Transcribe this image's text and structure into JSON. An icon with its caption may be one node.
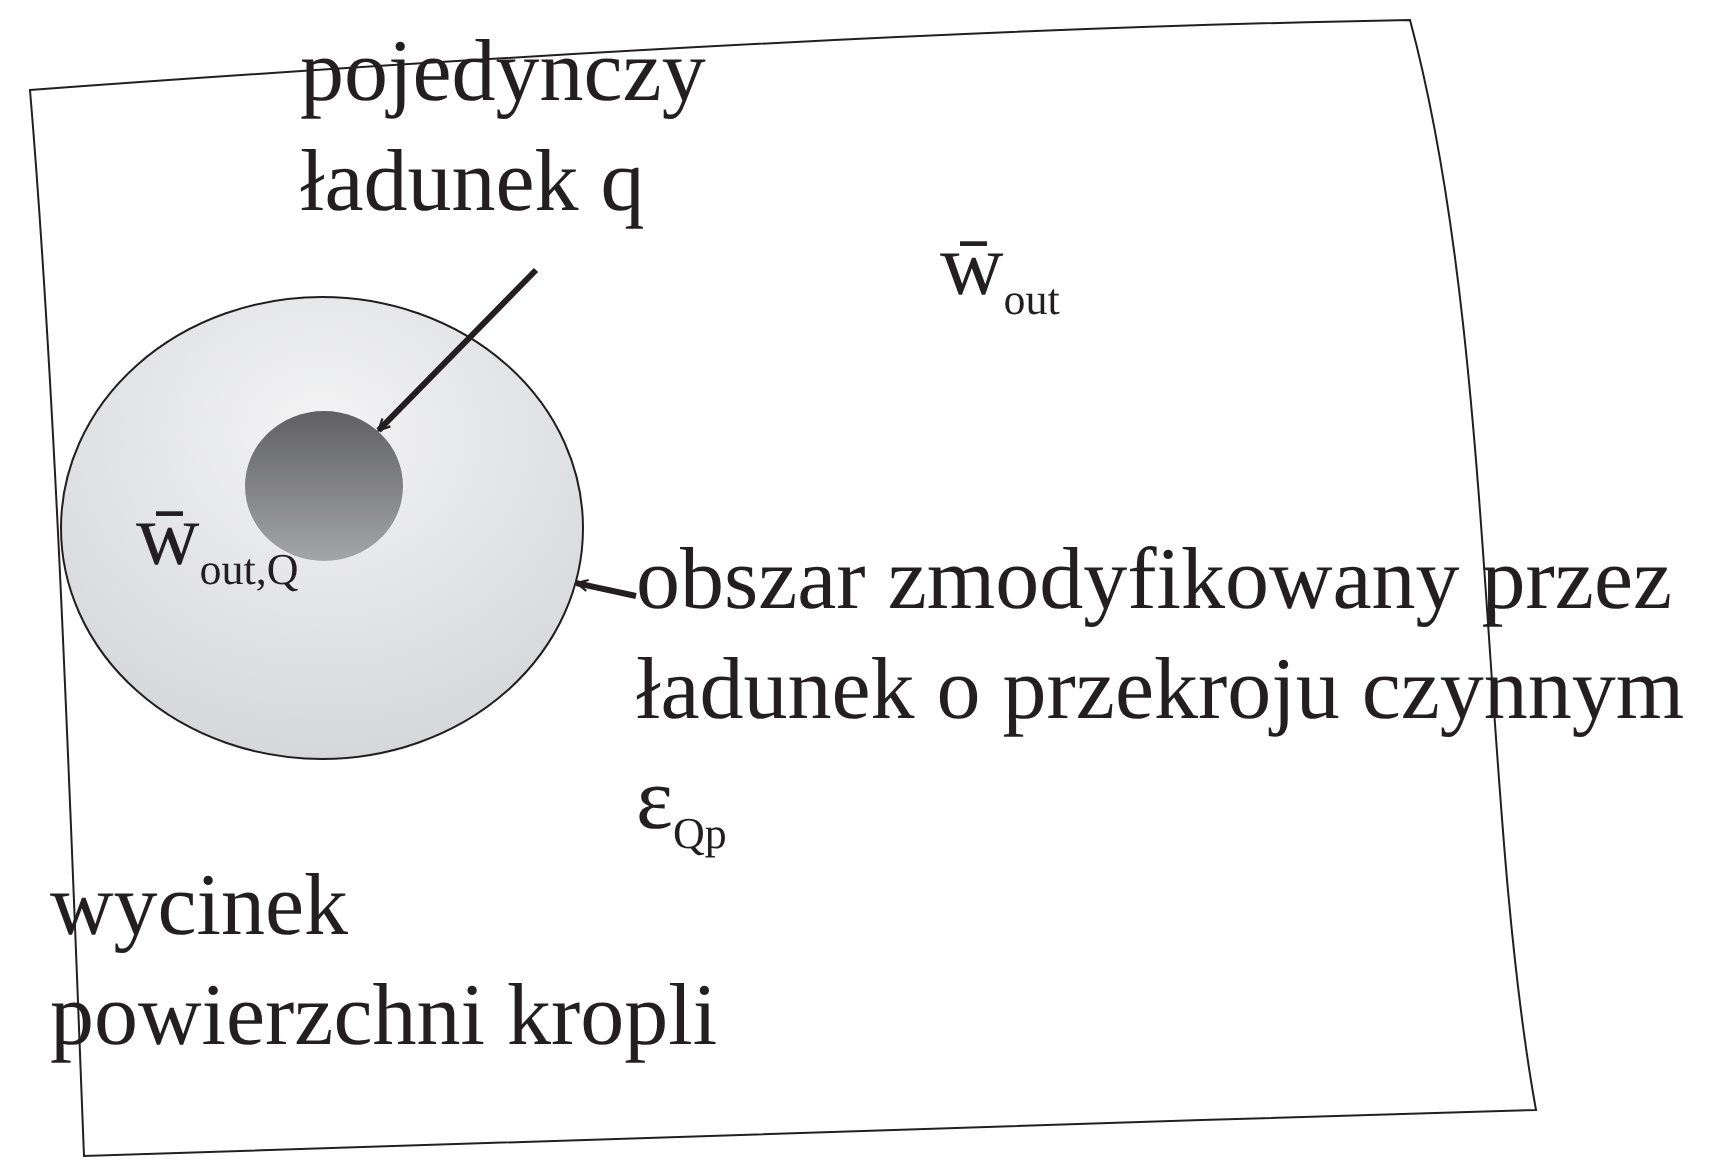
{
  "diagram": {
    "nodes": [
      {
        "text": [
          "wycinek powierzchni kropli"
        ]
      },
      {
        "text": [
          "w̄$_{out,Q}$"
        ],
        "in": 0
      },
      {
        "text": [],
        "shape": "circle",
        "in": 1
      },
      {
        "text": [
          "pojedynczy ładunek q"
        ],
        "in": 0
      },
      {
        "text": [
          "obszar zmodyfikowany przez ładunek o przekroju czynnym ε$_{Qp}$"
        ]
      }
    ],
    "edges": [
      {
        "from": 3,
        "to": 2,
        "arrow": "to"
      },
      {
        "from": 4,
        "to": 1,
        "arrow": "to"
      }
    ],
    "labels": [
      "w̄$_{out}$"
    ]
  }
}
